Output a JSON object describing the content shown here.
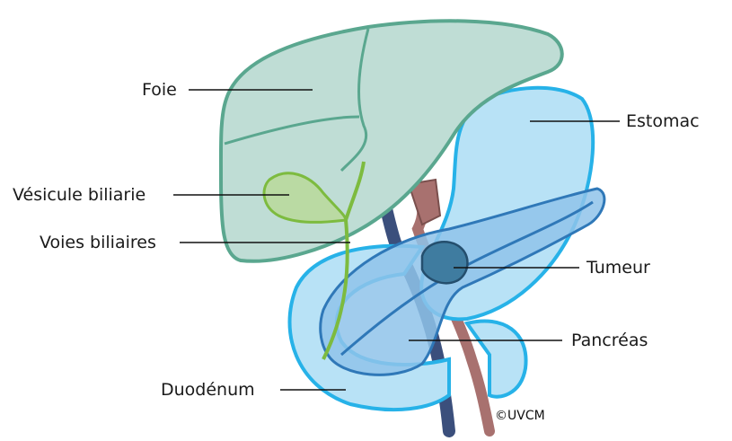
{
  "labels": {
    "liver": "Foie",
    "stomach": "Estomac",
    "gallbladder": "Vésicule biliarie",
    "bile_ducts": "Voies biliaires",
    "tumor": "Tumeur",
    "pancreas": "Pancréas",
    "duodenum": "Duodénum"
  },
  "copyright": "©UVCM",
  "colors": {
    "liver_fill": "#bfddd5",
    "liver_stroke": "#5aa78f",
    "stomach_fill": "#b8e2f6",
    "stomach_stroke": "#27b2e8",
    "pancreas_fill": "#8fc3ea",
    "pancreas_stroke": "#2f78b8",
    "tumor_fill": "#3f7ca0",
    "gallbladder_fill": "#b9d99a",
    "gallbladder_stroke": "#7dbb3f",
    "vein": "#3b4f7c",
    "artery": "#a8716f"
  }
}
